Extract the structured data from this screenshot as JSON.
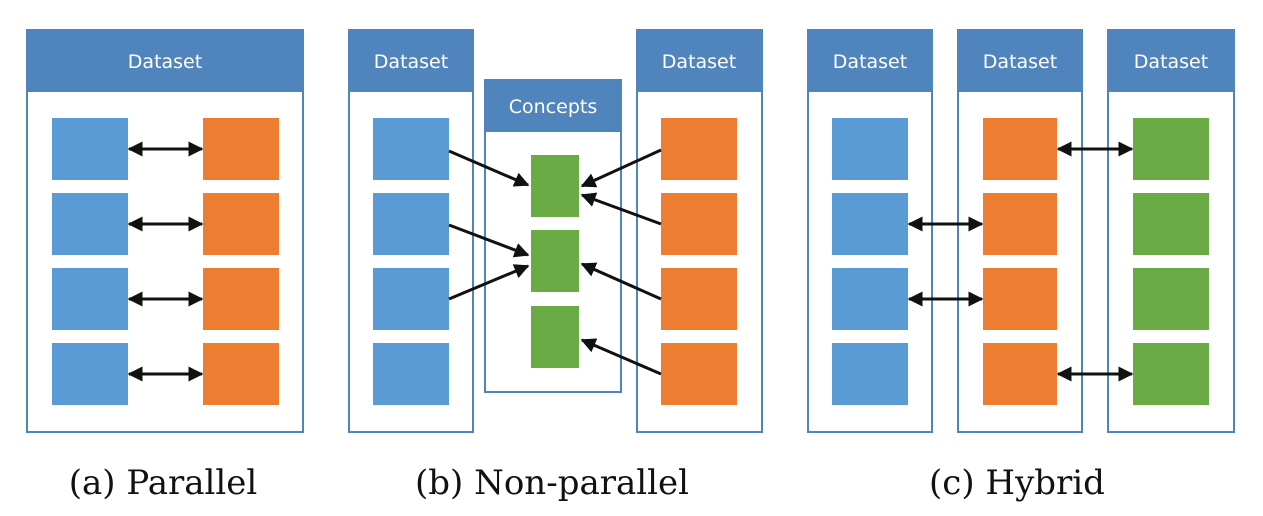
{
  "colors": {
    "panel_header": "#4f84bd",
    "blue_block": "#5b9bd5",
    "orange_block": "#ed7d31",
    "green_block": "#6aab45",
    "arrow": "#111111"
  },
  "panels": {
    "parallel": {
      "header": "Dataset",
      "caption": "(a) Parallel",
      "links": "bidirectional-arrows between each blue and orange block (4 pairs)"
    },
    "non_parallel": {
      "left_header": "Dataset",
      "center_header": "Concepts",
      "right_header": "Dataset",
      "caption": "(b) Non-parallel"
    },
    "hybrid": {
      "left_header": "Dataset",
      "middle_header": "Dataset",
      "right_header": "Dataset",
      "caption": "(c) Hybrid"
    }
  }
}
